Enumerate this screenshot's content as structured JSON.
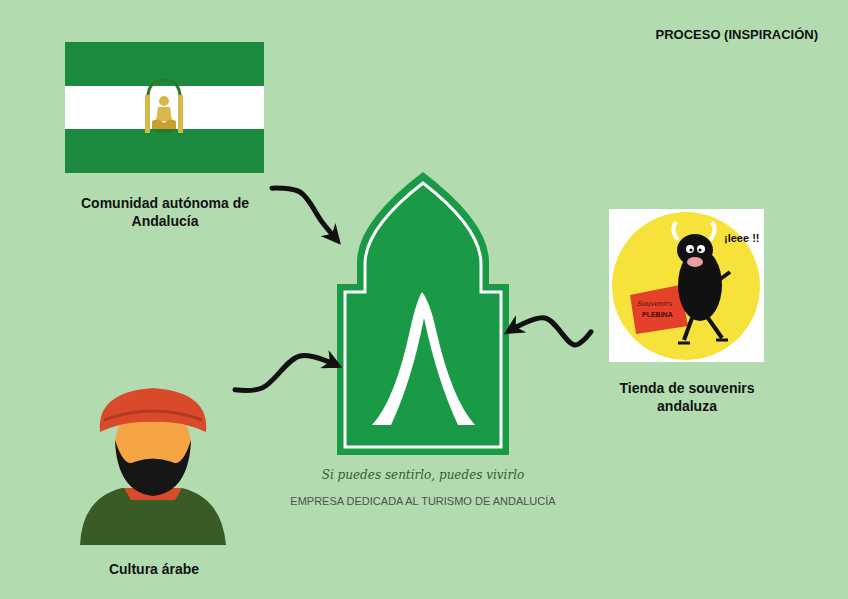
{
  "diagram": {
    "title": "PROCESO (INSPIRACIÓN)",
    "nodes": [
      {
        "text": [
          "Comunidad autónoma de Andalucía"
        ]
      },
      {
        "text": [
          "Si puedes sentirlo, puedes vivirlo",
          "EMPRESA DEDICADA AL TURISMO DE ANDALUCÍA"
        ]
      },
      {
        "text": [
          "Tienda de souvenirs andaluza"
        ]
      },
      {
        "text": [
          "Cultura árabe"
        ]
      }
    ],
    "edges": [
      {
        "from": 0,
        "to": 1,
        "arrow": "to"
      },
      {
        "from": 2,
        "to": 1,
        "arrow": "to"
      },
      {
        "from": 3,
        "to": 1,
        "arrow": "to"
      }
    ],
    "labels": [
      "¡Ieee !!",
      "Souvenirs",
      "PLEBINA"
    ]
  }
}
